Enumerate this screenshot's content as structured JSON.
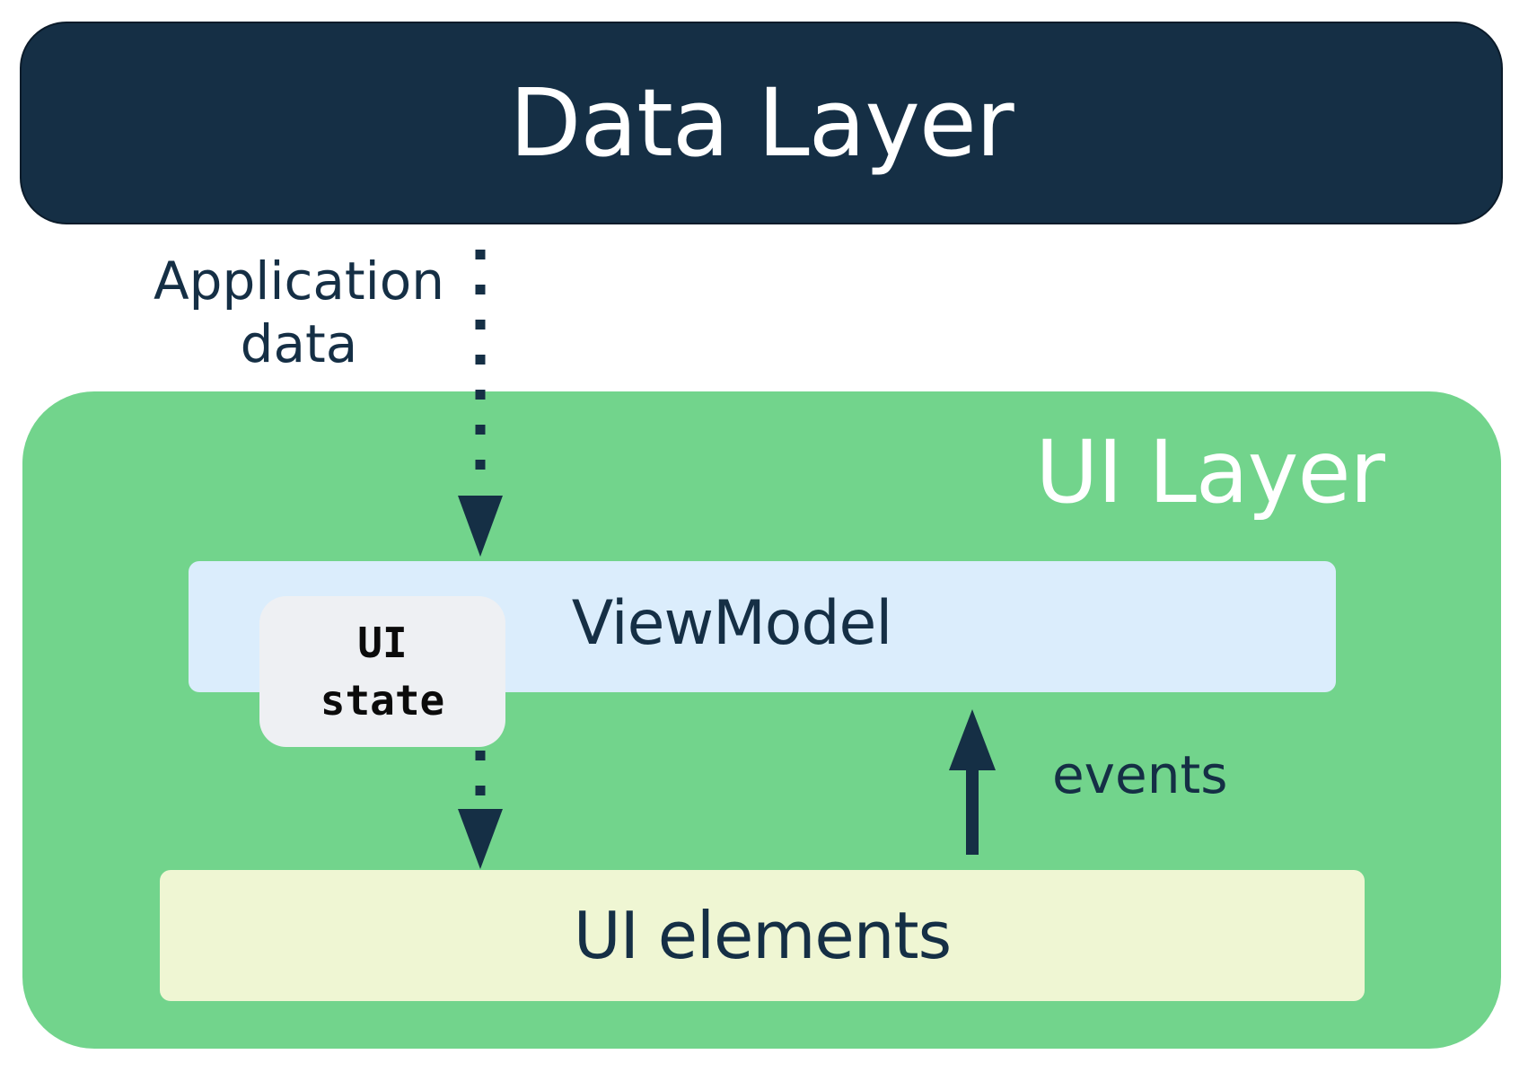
{
  "data_layer": {
    "title": "Data Layer"
  },
  "ui_layer": {
    "title": "UI Layer"
  },
  "viewmodel": {
    "label": "ViewModel"
  },
  "ui_state": {
    "line1": "UI",
    "line2": "state"
  },
  "ui_elements": {
    "label": "UI elements"
  },
  "labels": {
    "app_data_line1": "Application",
    "app_data_line2": "data",
    "events": "events"
  },
  "colors": {
    "data_layer": "#152f45",
    "ui_layer": "#72d48c",
    "viewmodel": "#dbedfc",
    "ui_state": "#eef0f3",
    "ui_elements": "#eff6d3",
    "arrow": "#152f45"
  }
}
